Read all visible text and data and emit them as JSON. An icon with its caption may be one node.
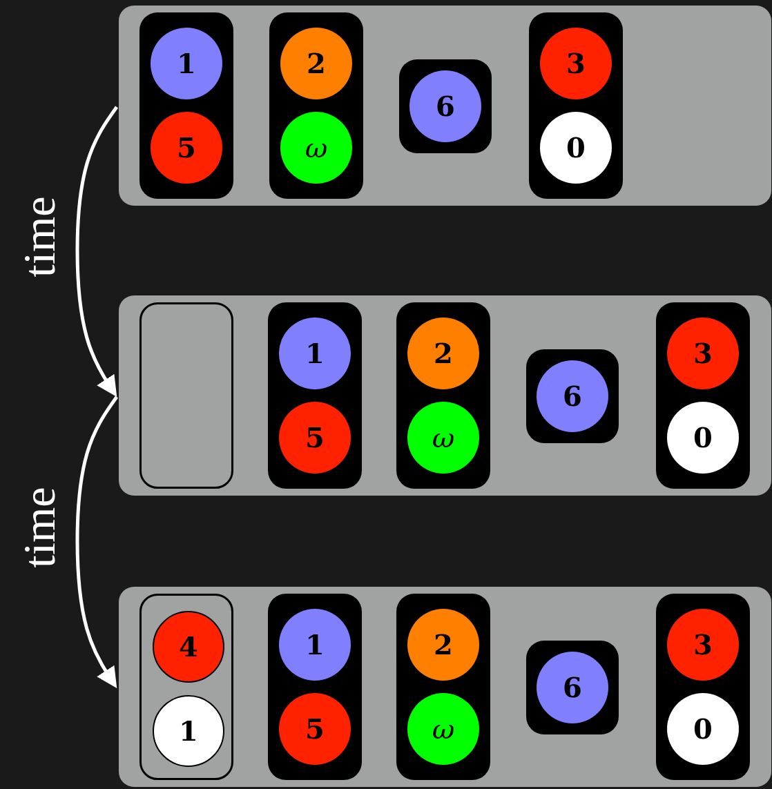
{
  "diagram": {
    "nodes": [
      {
        "text": [],
        "shape": "box"
      },
      {
        "text": [],
        "shape": "box",
        "in": 0
      },
      {
        "text": [
          "1"
        ],
        "in": 1
      },
      {
        "text": [
          "5"
        ],
        "in": 1
      },
      {
        "text": [],
        "shape": "box",
        "in": 0
      },
      {
        "text": [
          "2"
        ],
        "in": 4
      },
      {
        "text": [
          "ω"
        ],
        "in": 4
      },
      {
        "text": [],
        "shape": "box",
        "in": 0
      },
      {
        "text": [
          "6"
        ],
        "in": 7
      },
      {
        "text": [],
        "shape": "box",
        "in": 0
      },
      {
        "text": [
          "3"
        ],
        "in": 9
      },
      {
        "text": [
          "0"
        ],
        "in": 9
      },
      {
        "text": [],
        "shape": "box"
      },
      {
        "text": [],
        "shape": "box",
        "in": 12
      },
      {
        "text": [],
        "shape": "box",
        "in": 12
      },
      {
        "text": [
          "1"
        ],
        "in": 14
      },
      {
        "text": [
          "5"
        ],
        "in": 14
      },
      {
        "text": [],
        "shape": "box",
        "in": 12
      },
      {
        "text": [
          "2"
        ],
        "in": 17
      },
      {
        "text": [
          "ω"
        ],
        "in": 17
      },
      {
        "text": [],
        "shape": "box",
        "in": 12
      },
      {
        "text": [
          "6"
        ],
        "in": 20
      },
      {
        "text": [],
        "shape": "box",
        "in": 12
      },
      {
        "text": [
          "3"
        ],
        "in": 22
      },
      {
        "text": [
          "0"
        ],
        "in": 22
      },
      {
        "text": [],
        "shape": "box"
      },
      {
        "text": [],
        "shape": "box",
        "in": 25
      },
      {
        "text": [
          "4"
        ],
        "in": 26
      },
      {
        "text": [
          "1"
        ],
        "in": 26
      },
      {
        "text": [],
        "shape": "box",
        "in": 25
      },
      {
        "text": [
          "1"
        ],
        "in": 29
      },
      {
        "text": [
          "5"
        ],
        "in": 29
      },
      {
        "text": [],
        "shape": "box",
        "in": 25
      },
      {
        "text": [
          "2"
        ],
        "in": 32
      },
      {
        "text": [
          "ω"
        ],
        "in": 32
      },
      {
        "text": [],
        "shape": "box",
        "in": 25
      },
      {
        "text": [
          "6"
        ],
        "in": 35
      },
      {
        "text": [],
        "shape": "box",
        "in": 25
      },
      {
        "text": [
          "3"
        ],
        "in": 37
      },
      {
        "text": [
          "0"
        ],
        "in": 37
      }
    ],
    "edges": [
      {
        "from": 0,
        "to": 12,
        "arrow": "to",
        "label": "time"
      },
      {
        "from": 12,
        "to": 25,
        "arrow": "to",
        "label": "time"
      }
    ]
  }
}
